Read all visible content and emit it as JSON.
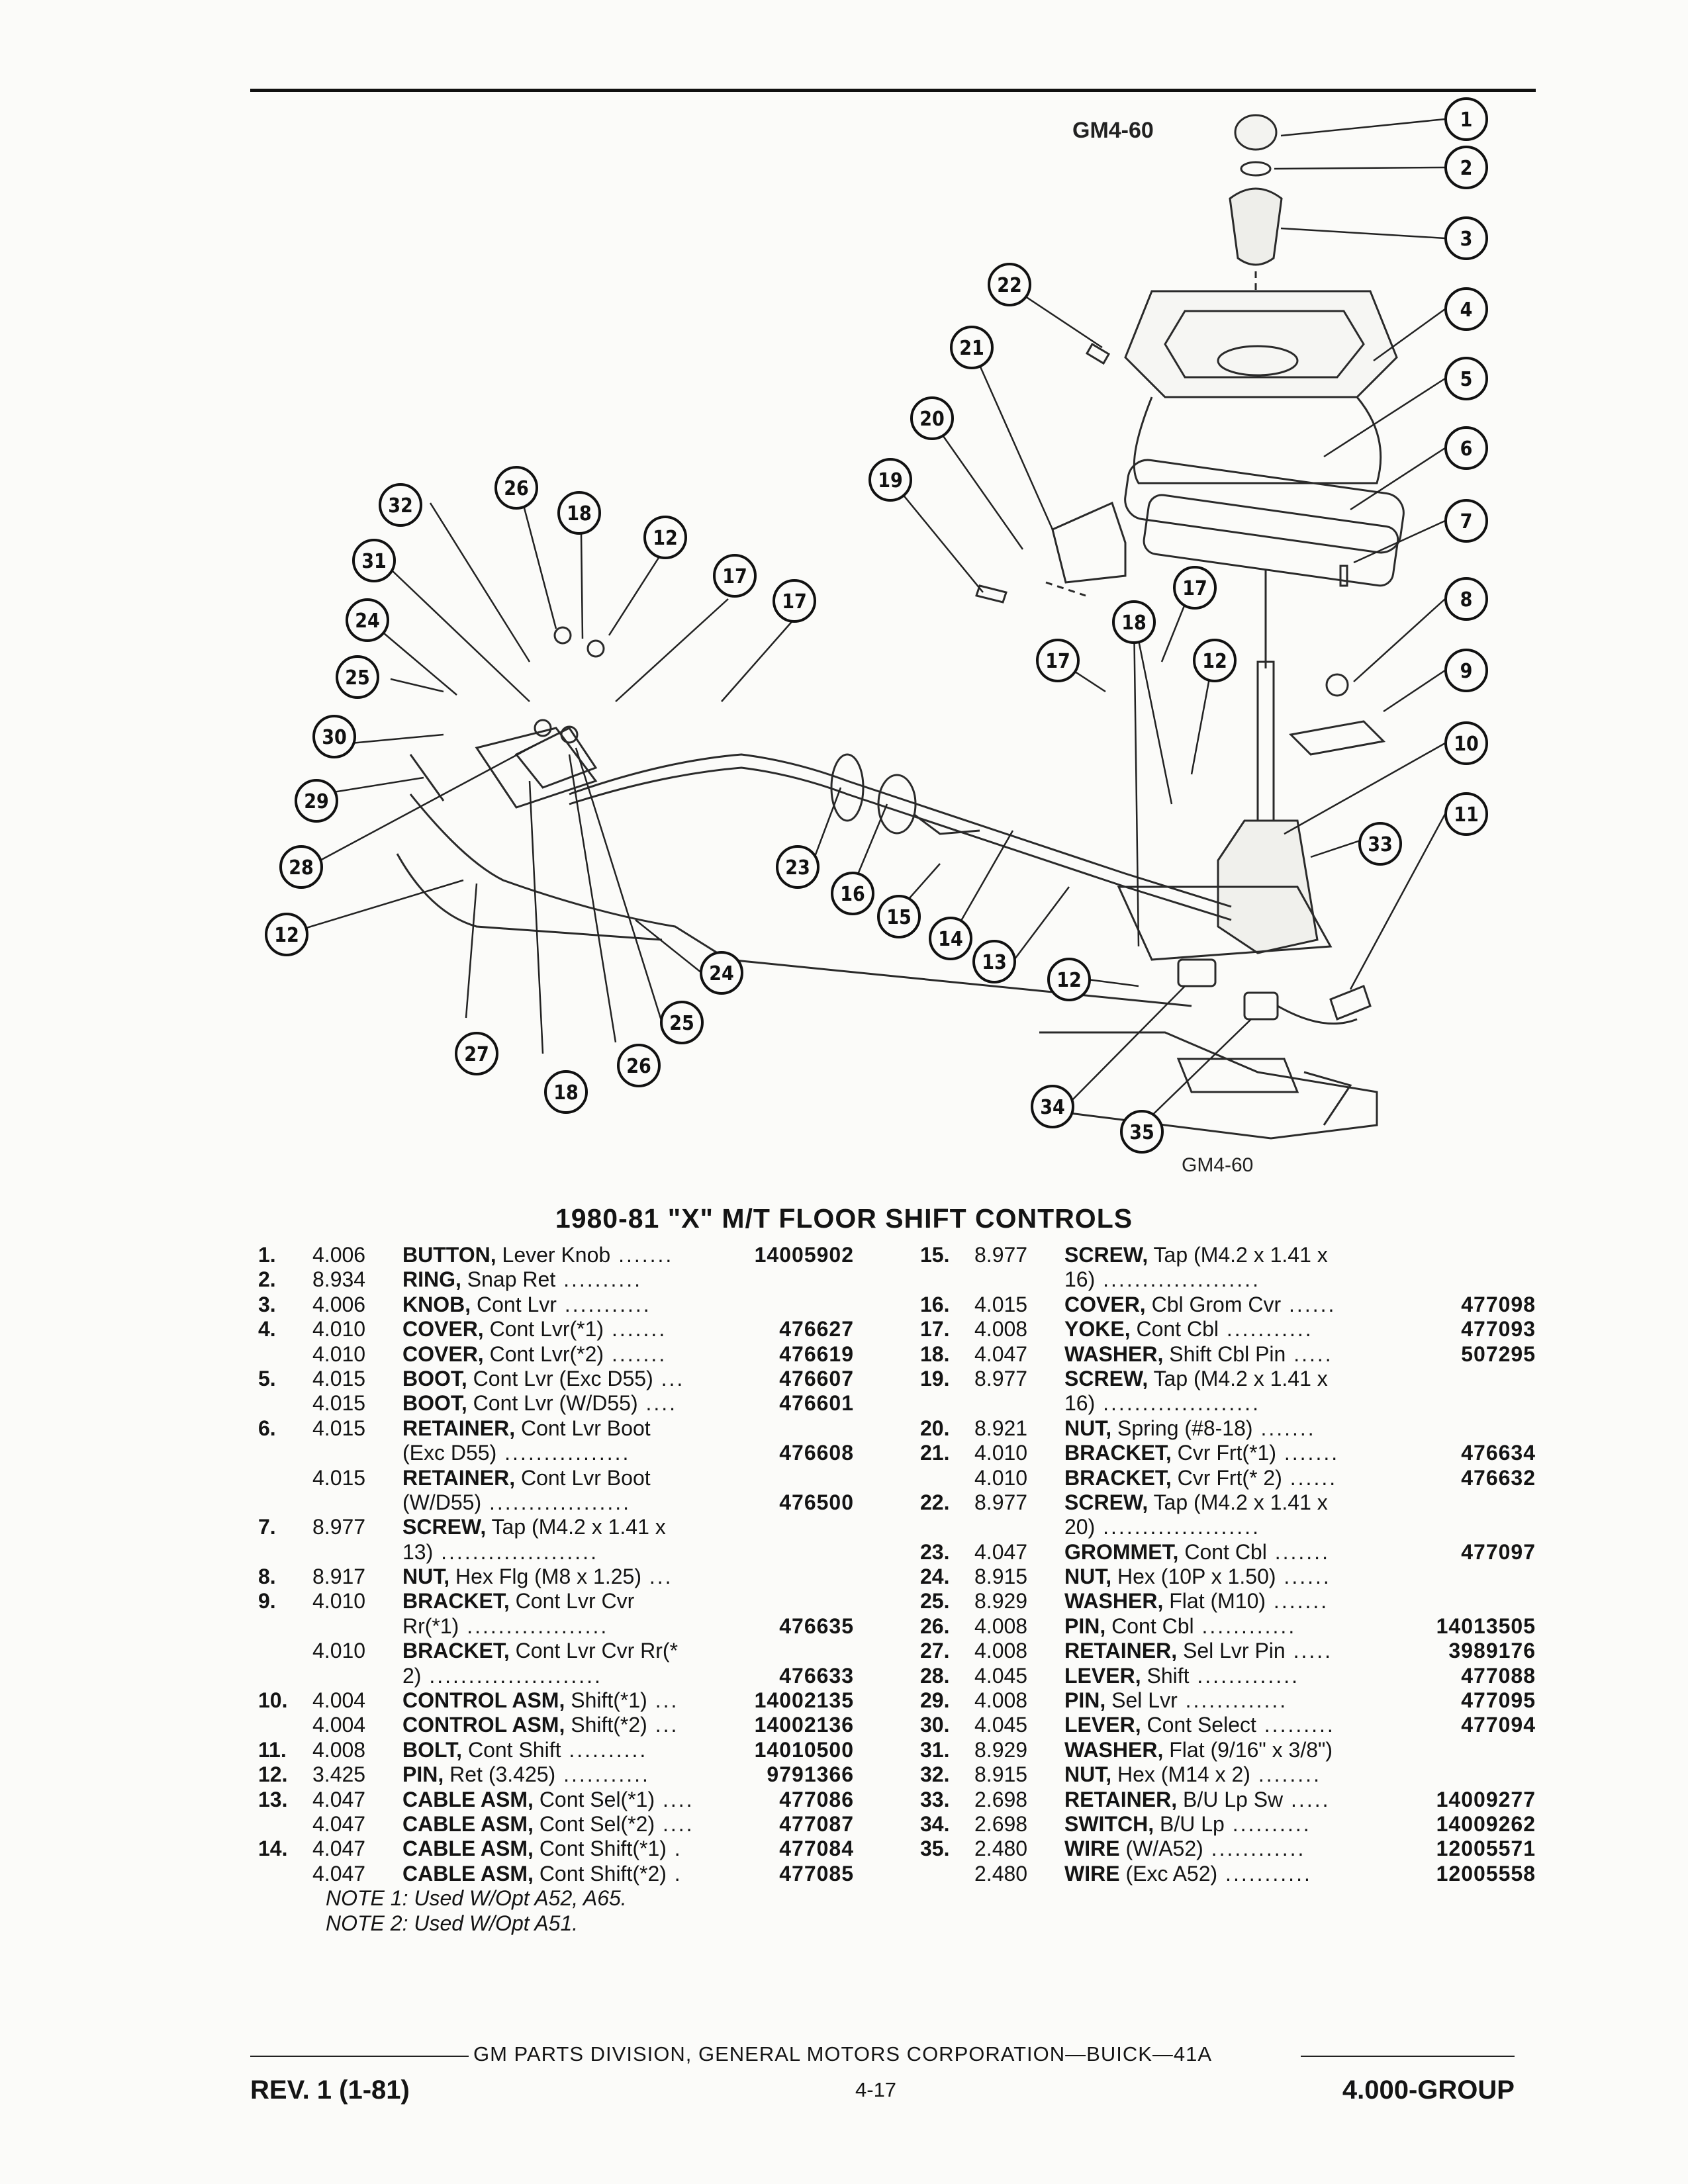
{
  "figure": {
    "code_top": "GM4-60",
    "code_bottom": "GM4-60",
    "callout_numbers": [
      "1",
      "2",
      "3",
      "4",
      "5",
      "6",
      "7",
      "8",
      "9",
      "10",
      "11",
      "12",
      "13",
      "14",
      "15",
      "16",
      "17",
      "18",
      "19",
      "20",
      "21",
      "22",
      "23",
      "24",
      "25",
      "26",
      "27",
      "28",
      "29",
      "30",
      "31",
      "32",
      "33",
      "34",
      "35"
    ]
  },
  "title": "1980-81 \"X\" M/T FLOOR SHIFT CONTROLS",
  "parts_left": [
    {
      "no": "1.",
      "code": "4.006",
      "label": "BUTTON,",
      "desc": " Lever Knob",
      "dots": " .......",
      "part": "14005902"
    },
    {
      "no": "2.",
      "code": "8.934",
      "label": "RING,",
      "desc": " Snap Ret",
      "dots": " ..........",
      "part": ""
    },
    {
      "no": "3.",
      "code": "4.006",
      "label": "KNOB,",
      "desc": " Cont Lvr",
      "dots": " ...........",
      "part": ""
    },
    {
      "no": "4.",
      "code": "4.010",
      "label": "COVER,",
      "desc": " Cont Lvr(*1)",
      "dots": " .......",
      "part": "476627"
    },
    {
      "no": "",
      "code": "4.010",
      "label": "COVER,",
      "desc": " Cont Lvr(*2)",
      "dots": " .......",
      "part": "476619"
    },
    {
      "no": "5.",
      "code": "4.015",
      "label": "BOOT,",
      "desc": " Cont Lvr (Exc D55)",
      "dots": " ...",
      "part": "476607"
    },
    {
      "no": "",
      "code": "4.015",
      "label": "BOOT,",
      "desc": " Cont Lvr (W/D55)",
      "dots": " ....",
      "part": "476601"
    },
    {
      "no": "6.",
      "code": "4.015",
      "label": "RETAINER,",
      "desc": " Cont Lvr Boot",
      "dots": "",
      "part": ""
    },
    {
      "no": "",
      "code": "",
      "label": "",
      "desc": "(Exc D55)",
      "dots": " ................",
      "part": "476608"
    },
    {
      "no": "",
      "code": "4.015",
      "label": "RETAINER,",
      "desc": " Cont Lvr Boot",
      "dots": "",
      "part": ""
    },
    {
      "no": "",
      "code": "",
      "label": "",
      "desc": "(W/D55)",
      "dots": " ..................",
      "part": "476500"
    },
    {
      "no": "7.",
      "code": "8.977",
      "label": "SCREW,",
      "desc": " Tap (M4.2 x 1.41 x",
      "dots": "",
      "part": ""
    },
    {
      "no": "",
      "code": "",
      "label": "",
      "desc": "13)",
      "dots": " ....................",
      "part": ""
    },
    {
      "no": "8.",
      "code": "8.917",
      "label": "NUT,",
      "desc": " Hex Flg (M8 x 1.25)",
      "dots": " ...",
      "part": ""
    },
    {
      "no": "9.",
      "code": "4.010",
      "label": "BRACKET,",
      "desc": " Cont Lvr Cvr",
      "dots": "",
      "part": ""
    },
    {
      "no": "",
      "code": "",
      "label": "",
      "desc": "Rr(*1)",
      "dots": " ..................",
      "part": "476635"
    },
    {
      "no": "",
      "code": "4.010",
      "label": "BRACKET,",
      "desc": " Cont Lvr Cvr Rr(*",
      "dots": "",
      "part": ""
    },
    {
      "no": "",
      "code": "",
      "label": "",
      "desc": "2)",
      "dots": " ......................",
      "part": "476633"
    },
    {
      "no": "10.",
      "code": "4.004",
      "label": "CONTROL ASM,",
      "desc": " Shift(*1)",
      "dots": " ...",
      "part": "14002135"
    },
    {
      "no": "",
      "code": "4.004",
      "label": "CONTROL ASM,",
      "desc": " Shift(*2)",
      "dots": " ...",
      "part": "14002136"
    },
    {
      "no": "11.",
      "code": "4.008",
      "label": "BOLT,",
      "desc": " Cont Shift",
      "dots": " ..........",
      "part": "14010500"
    },
    {
      "no": "12.",
      "code": "3.425",
      "label": "PIN,",
      "desc": " Ret (3.425)",
      "dots": " ...........",
      "part": "9791366"
    },
    {
      "no": "13.",
      "code": "4.047",
      "label": "CABLE ASM,",
      "desc": " Cont Sel(*1)",
      "dots": " ....",
      "part": "477086"
    },
    {
      "no": "",
      "code": "4.047",
      "label": "CABLE ASM,",
      "desc": " Cont Sel(*2)",
      "dots": " ....",
      "part": "477087"
    },
    {
      "no": "14.",
      "code": "4.047",
      "label": "CABLE ASM,",
      "desc": " Cont Shift(*1)",
      "dots": " .",
      "part": "477084"
    },
    {
      "no": "",
      "code": "4.047",
      "label": "CABLE ASM,",
      "desc": " Cont Shift(*2)",
      "dots": " .",
      "part": "477085"
    },
    {
      "no": "",
      "code": "",
      "label": "",
      "desc": "",
      "note": "NOTE 1: Used W/Opt A52, A65.",
      "dots": "",
      "part": ""
    },
    {
      "no": "",
      "code": "",
      "label": "",
      "desc": "",
      "note": "NOTE 2: Used W/Opt A51.",
      "dots": "",
      "part": ""
    }
  ],
  "parts_right": [
    {
      "no": "15.",
      "code": "8.977",
      "label": "SCREW,",
      "desc": " Tap (M4.2 x 1.41 x",
      "dots": "",
      "part": ""
    },
    {
      "no": "",
      "code": "",
      "label": "",
      "desc": "16)",
      "dots": " ....................",
      "part": ""
    },
    {
      "no": "16.",
      "code": "4.015",
      "label": "COVER,",
      "desc": " Cbl Grom Cvr",
      "dots": " ......",
      "part": "477098"
    },
    {
      "no": "17.",
      "code": "4.008",
      "label": "YOKE,",
      "desc": " Cont Cbl",
      "dots": " ...........",
      "part": "477093"
    },
    {
      "no": "18.",
      "code": "4.047",
      "label": "WASHER,",
      "desc": " Shift Cbl Pin",
      "dots": " .....",
      "part": "507295"
    },
    {
      "no": "19.",
      "code": "8.977",
      "label": "SCREW,",
      "desc": " Tap (M4.2 x 1.41 x",
      "dots": "",
      "part": ""
    },
    {
      "no": "",
      "code": "",
      "label": "",
      "desc": "16)",
      "dots": " ....................",
      "part": ""
    },
    {
      "no": "20.",
      "code": "8.921",
      "label": "NUT,",
      "desc": " Spring (#8-18)",
      "dots": " .......",
      "part": ""
    },
    {
      "no": "21.",
      "code": "4.010",
      "label": "BRACKET,",
      "desc": " Cvr Frt(*1)",
      "dots": " .......",
      "part": "476634"
    },
    {
      "no": "",
      "code": "4.010",
      "label": "BRACKET,",
      "desc": " Cvr Frt(* 2)",
      "dots": " ......",
      "part": "476632"
    },
    {
      "no": "22.",
      "code": "8.977",
      "label": "SCREW,",
      "desc": " Tap (M4.2 x 1.41 x",
      "dots": "",
      "part": ""
    },
    {
      "no": "",
      "code": "",
      "label": "",
      "desc": "20)",
      "dots": " ....................",
      "part": ""
    },
    {
      "no": "23.",
      "code": "4.047",
      "label": "GROMMET,",
      "desc": " Cont Cbl",
      "dots": " .......",
      "part": "477097"
    },
    {
      "no": "24.",
      "code": "8.915",
      "label": "NUT,",
      "desc": " Hex (10P x 1.50)",
      "dots": " ......",
      "part": ""
    },
    {
      "no": "25.",
      "code": "8.929",
      "label": "WASHER,",
      "desc": " Flat (M10)",
      "dots": " .......",
      "part": ""
    },
    {
      "no": "26.",
      "code": "4.008",
      "label": "PIN,",
      "desc": " Cont Cbl",
      "dots": " ............",
      "part": "14013505"
    },
    {
      "no": "27.",
      "code": "4.008",
      "label": "RETAINER,",
      "desc": " Sel Lvr Pin",
      "dots": " .....",
      "part": "3989176"
    },
    {
      "no": "28.",
      "code": "4.045",
      "label": "LEVER,",
      "desc": " Shift",
      "dots": " .............",
      "part": "477088"
    },
    {
      "no": "29.",
      "code": "4.008",
      "label": "PIN,",
      "desc": " Sel Lvr",
      "dots": " .............",
      "part": "477095"
    },
    {
      "no": "30.",
      "code": "4.045",
      "label": "LEVER,",
      "desc": " Cont Select",
      "dots": " .........",
      "part": "477094"
    },
    {
      "no": "31.",
      "code": "8.929",
      "label": "WASHER,",
      "desc": " Flat (9/16\" x 3/8\")",
      "dots": "",
      "part": ""
    },
    {
      "no": "32.",
      "code": "8.915",
      "label": "NUT,",
      "desc": " Hex (M14 x 2)",
      "dots": " ........",
      "part": ""
    },
    {
      "no": "33.",
      "code": "2.698",
      "label": "RETAINER,",
      "desc": " B/U Lp Sw",
      "dots": " .....",
      "part": "14009277"
    },
    {
      "no": "34.",
      "code": "2.698",
      "label": "SWITCH,",
      "desc": " B/U Lp",
      "dots": " ..........",
      "part": "14009262"
    },
    {
      "no": "35.",
      "code": "2.480",
      "label": "WIRE",
      "desc": " (W/A52)",
      "dots": " ............",
      "part": "12005571"
    },
    {
      "no": "",
      "code": "2.480",
      "label": "WIRE",
      "desc": " (Exc A52)",
      "dots": " ...........",
      "part": "12005558"
    }
  ],
  "footer": {
    "center": "GM PARTS DIVISION, GENERAL MOTORS CORPORATION—BUICK—41A",
    "revision": "REV. 1 (1-81)",
    "page": "4-17",
    "group": "4.000-GROUP"
  }
}
